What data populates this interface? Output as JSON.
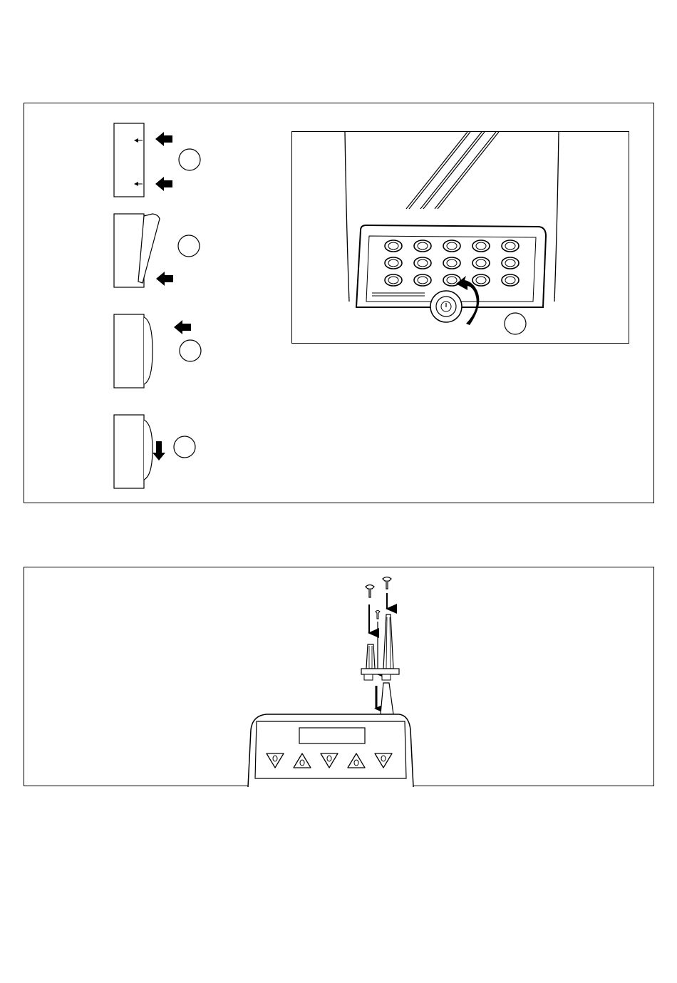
{
  "figure_1": {
    "steps": [
      {
        "marker": ""
      },
      {
        "marker": ""
      },
      {
        "marker": ""
      },
      {
        "marker": ""
      }
    ],
    "detail": {
      "marker": "",
      "keypad_rows": 3,
      "keypad_cols": 5
    }
  },
  "figure_2": {
    "panel_buttons": 5
  },
  "colors": {
    "line": "#000000",
    "background": "#ffffff"
  }
}
